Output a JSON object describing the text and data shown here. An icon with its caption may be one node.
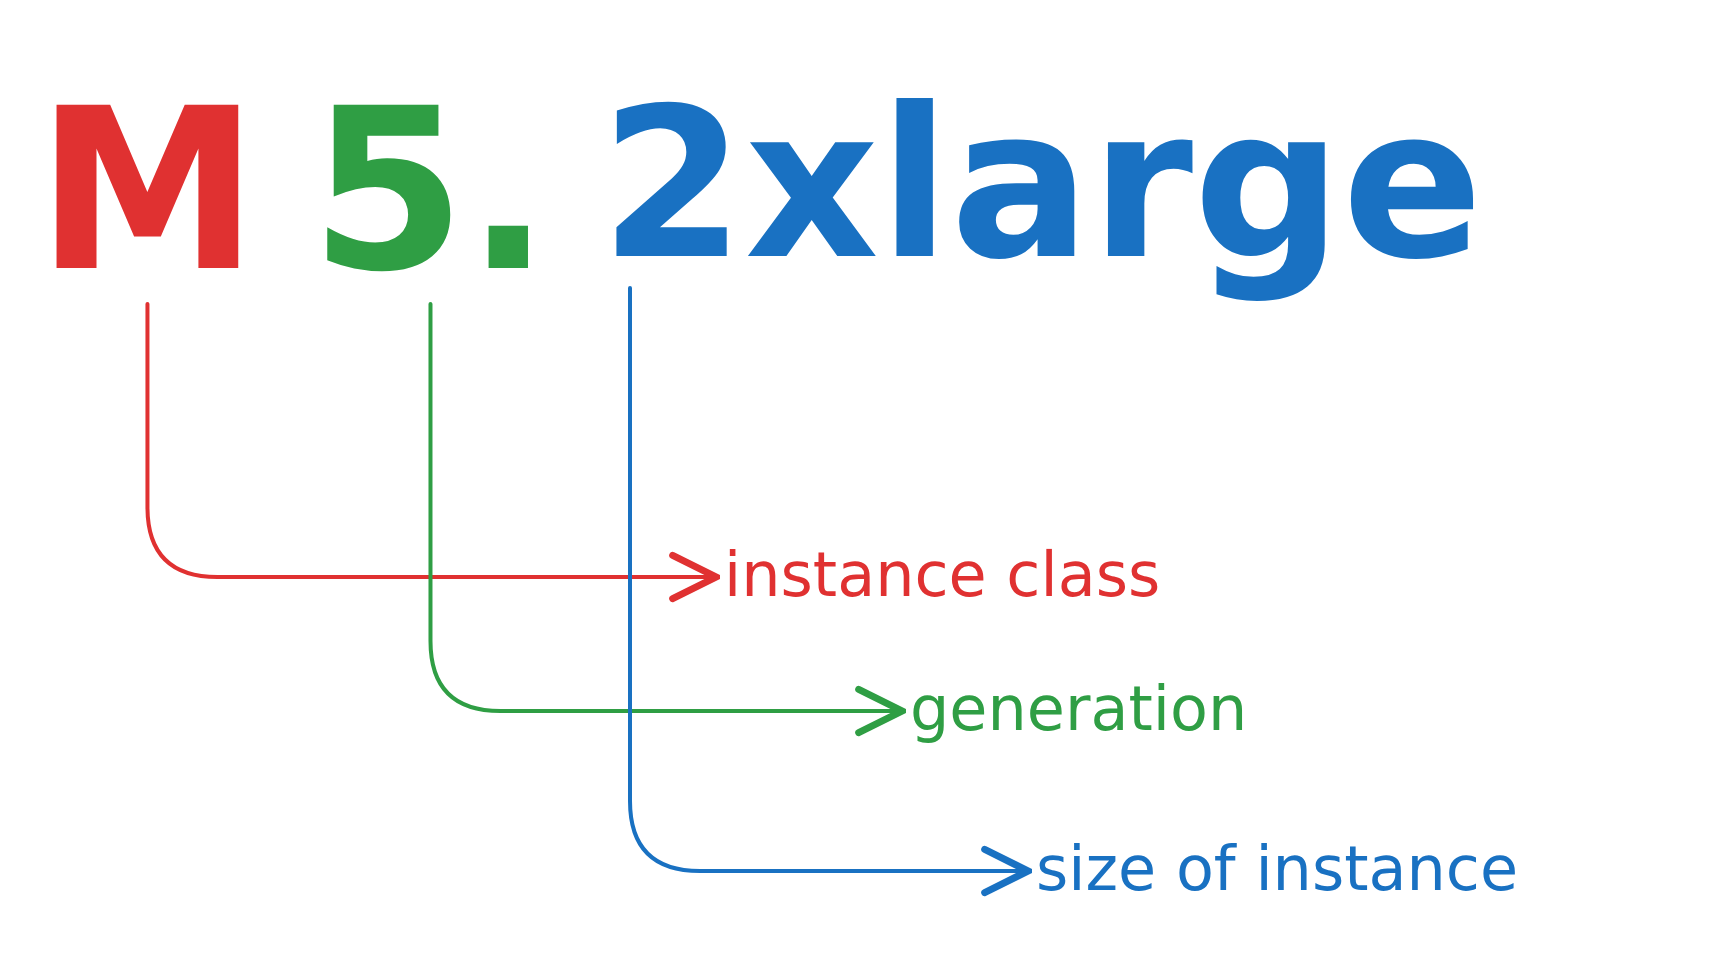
{
  "diagram": {
    "nodes": [
      {
        "text": [
          "M"
        ]
      },
      {
        "text": [
          "5."
        ]
      },
      {
        "text": [
          "2xlarge"
        ]
      },
      {
        "text": [
          "instance class"
        ]
      },
      {
        "text": [
          "generation"
        ]
      },
      {
        "text": [
          "size of instance"
        ]
      }
    ],
    "edges": [
      {
        "from": 0,
        "to": 3,
        "arrow": "to",
        "color": "#e03131"
      },
      {
        "from": 1,
        "to": 4,
        "arrow": "to",
        "color": "#2f9e44"
      },
      {
        "from": 2,
        "to": 5,
        "arrow": "to",
        "color": "#1971c2"
      }
    ]
  }
}
